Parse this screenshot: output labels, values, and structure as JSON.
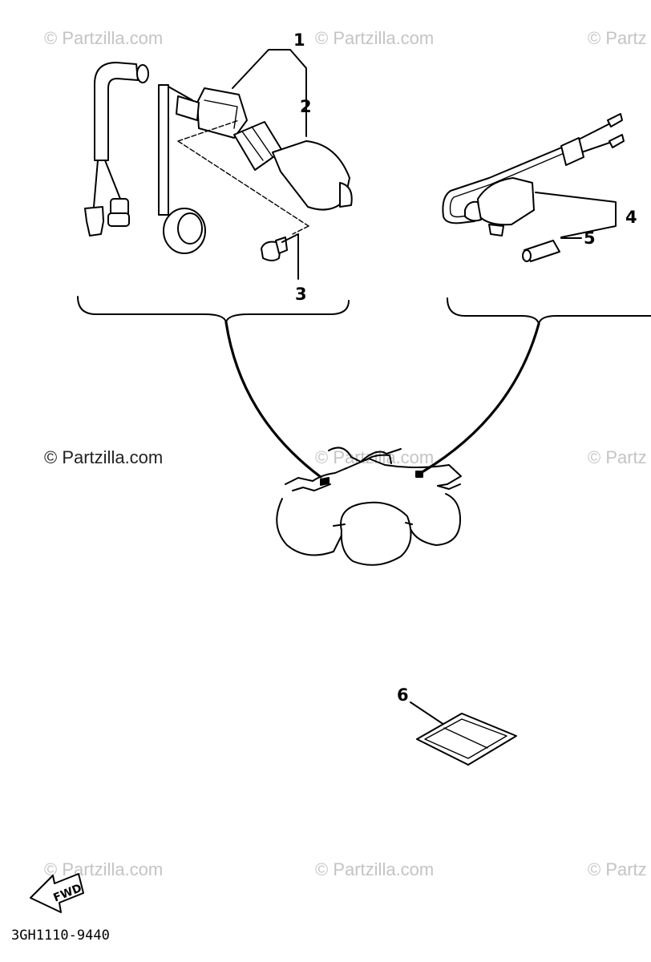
{
  "watermark": {
    "text": "© Partzilla.com",
    "text_clipped": "© Partz",
    "color": "#b9b9b9"
  },
  "callouts": {
    "item_1": "1",
    "item_2": "2",
    "item_3": "3",
    "item_4": "4",
    "item_5": "5",
    "item_6": "6"
  },
  "fwd_label": "FWD",
  "part_code": "3GH1110-9440",
  "colors": {
    "line": "#000000",
    "background": "#ffffff"
  }
}
